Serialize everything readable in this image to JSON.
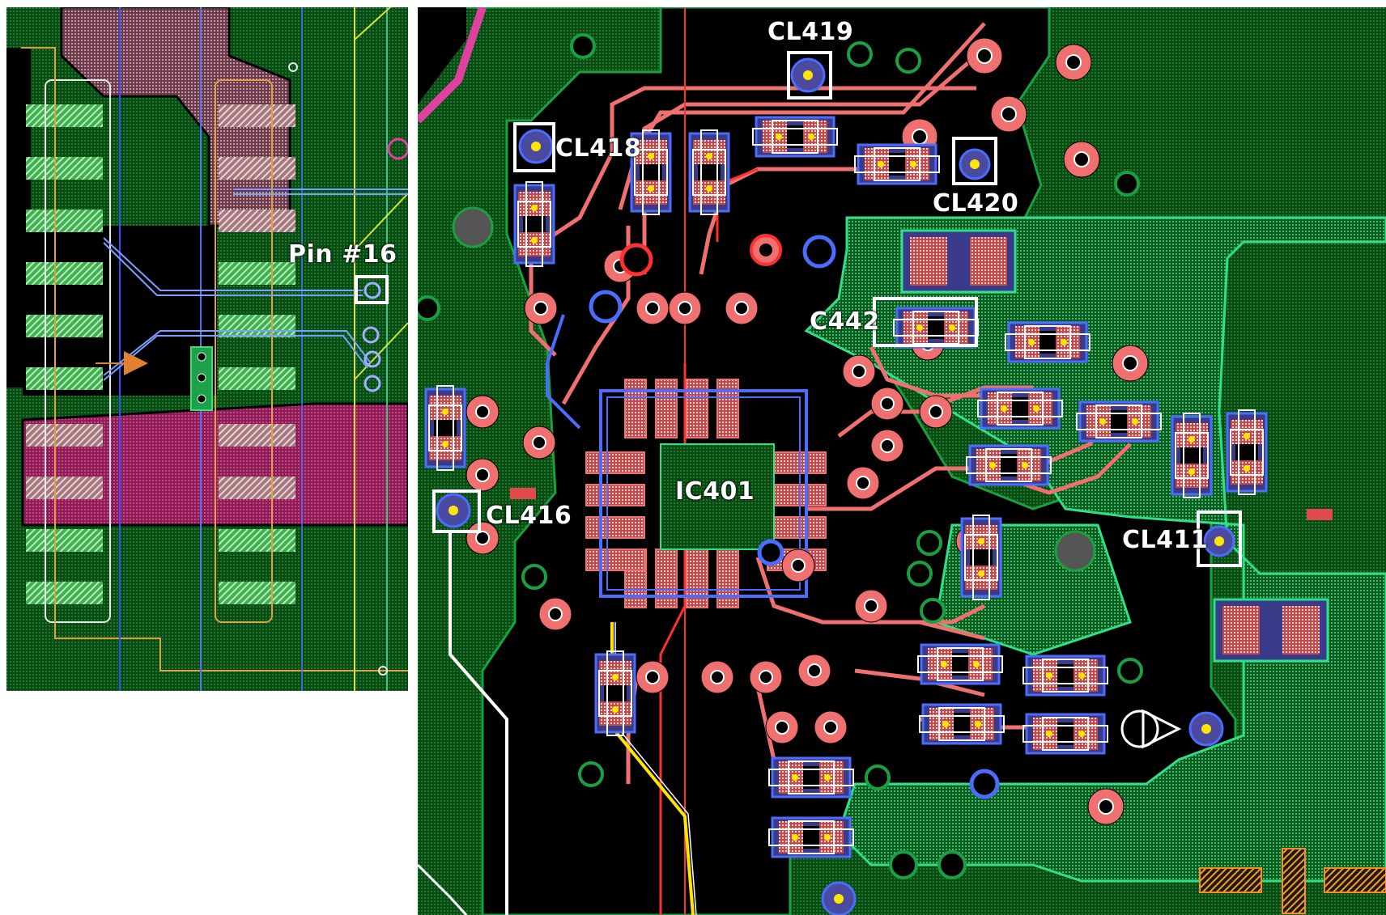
{
  "left_view": {
    "pin_label": "Pin #16"
  },
  "right_view": {
    "ic_label": "IC401",
    "labels": {
      "cl419": "CL419",
      "cl418": "CL418",
      "cl420": "CL420",
      "c442": "C442",
      "cl416": "CL416",
      "cl411": "CL411"
    }
  },
  "colors": {
    "board_green": "#0b5a17",
    "hatch_green": "#1f7a2a",
    "copper_red": "#f07070",
    "trace_blue": "#4a6cff",
    "bright_green": "#2ee08a",
    "magenta": "#c0307a",
    "highlight_white": "#ffffff",
    "silk_yellow": "#ffe600",
    "accent_orange": "#ff8c1a"
  }
}
